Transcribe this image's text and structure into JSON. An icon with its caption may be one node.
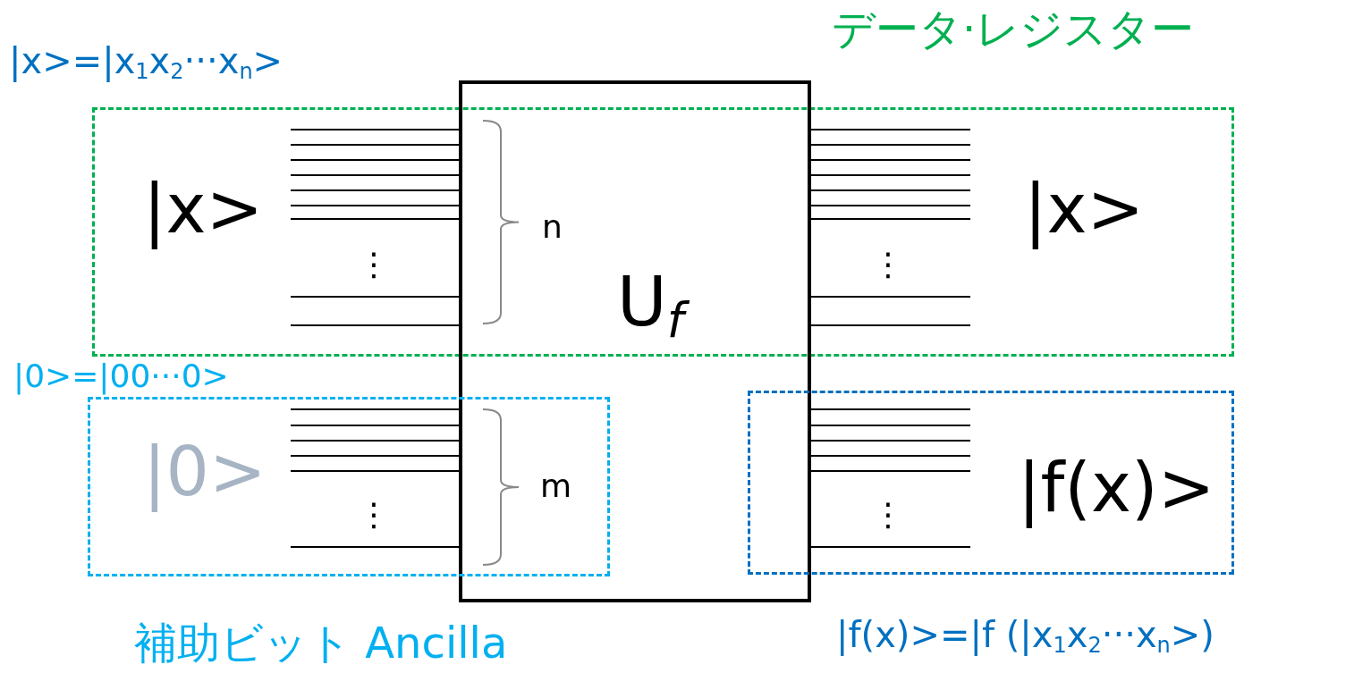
{
  "diagram": {
    "nodes": [
      {
        "text": [
          "データ·レジスター",
          "|x>",
          "|x>"
        ],
        "beside": [
          "|x>=|x$_{1}$x$_{2}$···x$_{n}$>"
        ]
      },
      {
        "text": [
          "U$_{f}$"
        ]
      },
      {
        "text": [
          "|0>=|00···0>",
          "|0>",
          "補助ビット Ancilla"
        ]
      },
      {
        "text": [
          "|f(x)>"
        ],
        "beside": [
          "|f(x)>=|f (|x$_{1}$x$_{2}$···x$_{n}$>)"
        ]
      }
    ],
    "edges": [
      {
        "from": 0,
        "to": 1,
        "arrow": "none"
      },
      {
        "from": 0,
        "to": 1,
        "arrow": "none"
      },
      {
        "from": 0,
        "to": 1,
        "arrow": "none"
      },
      {
        "from": 0,
        "to": 1,
        "arrow": "none"
      },
      {
        "from": 0,
        "to": 1,
        "arrow": "none"
      },
      {
        "from": 0,
        "to": 1,
        "arrow": "none"
      },
      {
        "from": 0,
        "to": 1,
        "arrow": "none"
      },
      {
        "from": 0,
        "to": 1,
        "arrow": "none"
      },
      {
        "from": 0,
        "to": 1,
        "arrow": "none"
      },
      {
        "from": 1,
        "to": 0,
        "arrow": "none"
      },
      {
        "from": 1,
        "to": 0,
        "arrow": "none"
      },
      {
        "from": 1,
        "to": 0,
        "arrow": "none"
      },
      {
        "from": 1,
        "to": 0,
        "arrow": "none"
      },
      {
        "from": 1,
        "to": 0,
        "arrow": "none"
      },
      {
        "from": 1,
        "to": 0,
        "arrow": "none"
      },
      {
        "from": 1,
        "to": 0,
        "arrow": "none"
      },
      {
        "from": 1,
        "to": 0,
        "arrow": "none"
      },
      {
        "from": 1,
        "to": 0,
        "arrow": "none"
      },
      {
        "from": 2,
        "to": 1,
        "arrow": "none"
      },
      {
        "from": 2,
        "to": 1,
        "arrow": "none"
      },
      {
        "from": 2,
        "to": 1,
        "arrow": "none"
      },
      {
        "from": 2,
        "to": 1,
        "arrow": "none"
      },
      {
        "from": 2,
        "to": 1,
        "arrow": "none"
      },
      {
        "from": 2,
        "to": 1,
        "arrow": "none"
      },
      {
        "from": 1,
        "to": 3,
        "arrow": "none"
      },
      {
        "from": 1,
        "to": 3,
        "arrow": "none"
      },
      {
        "from": 1,
        "to": 3,
        "arrow": "none"
      },
      {
        "from": 1,
        "to": 3,
        "arrow": "none"
      },
      {
        "from": 1,
        "to": 3,
        "arrow": "none"
      },
      {
        "from": 1,
        "to": 3,
        "arrow": "none"
      }
    ],
    "labels": [
      "n",
      "⋮",
      "⋮",
      "m",
      "⋮",
      "⋮"
    ]
  }
}
